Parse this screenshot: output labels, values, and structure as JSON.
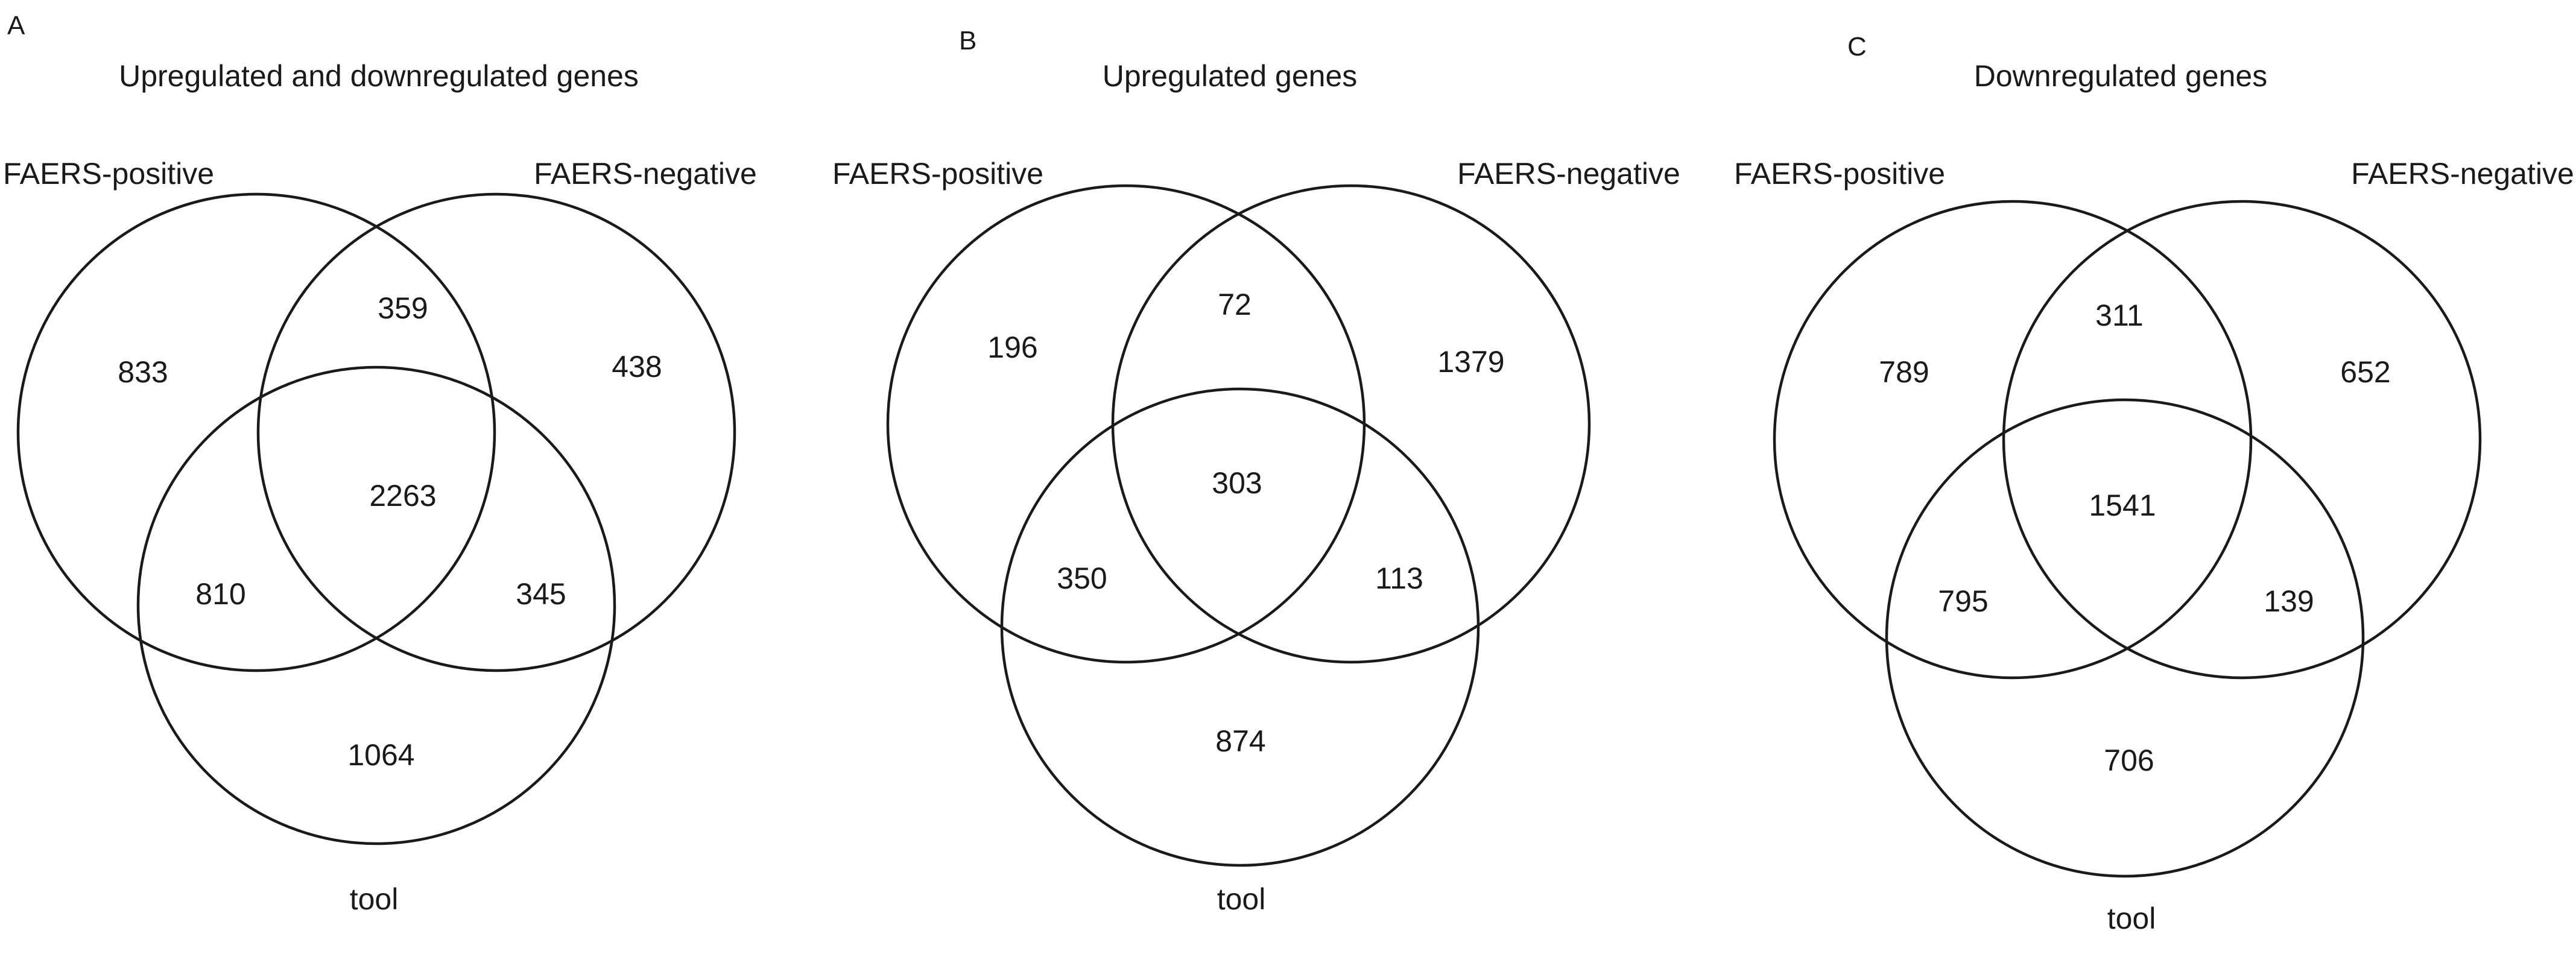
{
  "panels": [
    {
      "letter": "A",
      "title": "Upregulated and downregulated genes",
      "sets": [
        "FAERS-positive",
        "FAERS-negative",
        "tool"
      ],
      "counts": {
        "positive_only": "833",
        "positive_negative": "359",
        "negative_only": "438",
        "all_three": "2263",
        "positive_tool": "810",
        "negative_tool": "345",
        "tool_only": "1064"
      }
    },
    {
      "letter": "B",
      "title": "Upregulated genes",
      "sets": [
        "FAERS-positive",
        "FAERS-negative",
        "tool"
      ],
      "counts": {
        "positive_only": "196",
        "positive_negative": "72",
        "negative_only": "1379",
        "all_three": "303",
        "positive_tool": "350",
        "negative_tool": "113",
        "tool_only": "874"
      }
    },
    {
      "letter": "C",
      "title": "Downregulated genes",
      "sets": [
        "FAERS-positive",
        "FAERS-negative",
        "tool"
      ],
      "counts": {
        "positive_only": "789",
        "positive_negative": "311",
        "negative_only": "652",
        "all_three": "1541",
        "positive_tool": "795",
        "negative_tool": "139",
        "tool_only": "706"
      }
    }
  ]
}
